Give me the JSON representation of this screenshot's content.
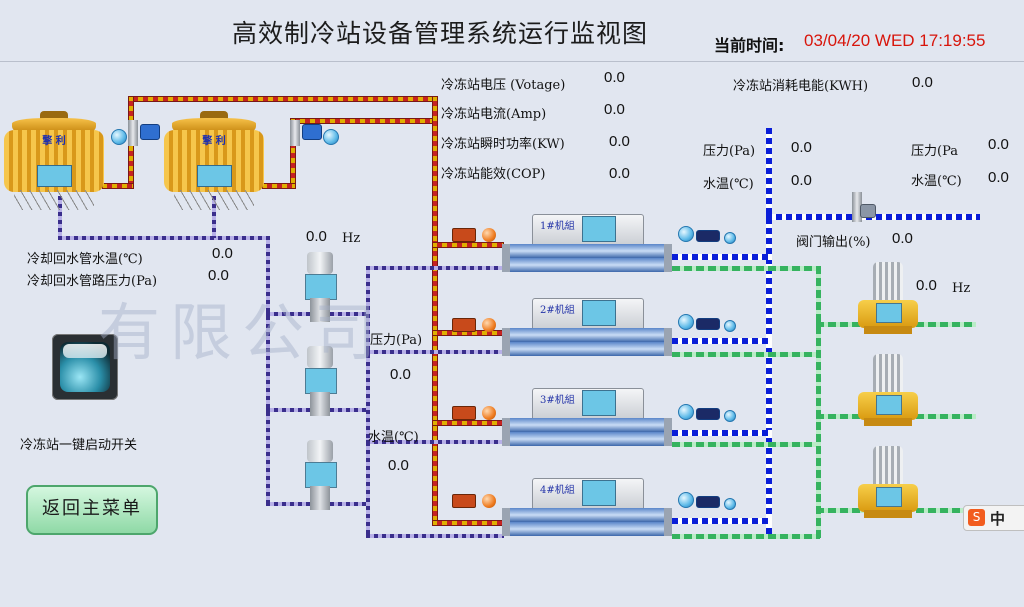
{
  "header": {
    "title": "高效制冷站设备管理系统运行监视图",
    "clock_label": "当前时间:",
    "clock_value": "03/04/20 WED 17:19:55"
  },
  "station": {
    "voltage_label": "冷冻站电压 (Votage)",
    "voltage_value": "0.0",
    "current_label": "冷冻站电流(Amp)",
    "current_value": "0.0",
    "power_label": "冷冻站瞬时功率(KW)",
    "power_value": "0.0",
    "cop_label": "冷冻站能效(COP)",
    "cop_value": "0.0",
    "energy_label": "冷冻站消耗电能(KWH)",
    "energy_value": "0.0"
  },
  "cooling_tower": {
    "brand": "擎 利",
    "return_temp_label": "冷却回水管水温(℃)",
    "return_temp_value": "0.0",
    "return_pressure_label": "冷却回水管路压力(Pa)",
    "return_pressure_value": "0.0"
  },
  "cooling_pumps": {
    "freq_value": "0.0",
    "freq_unit": "Hz"
  },
  "mid_sensors": {
    "pressure_label": "压力(Pa)",
    "pressure_value": "0.0",
    "temp_label": "水温(℃)",
    "temp_value": "0.0"
  },
  "chilled_supply": {
    "pressure_label": "压力(Pa)",
    "pressure_value": "0.0",
    "temp_label": "水温(℃)",
    "temp_value": "0.0"
  },
  "chilled_return": {
    "pressure_label": "压力(Pa",
    "pressure_value": "0.0",
    "temp_label": "水温(℃)",
    "temp_value": "0.0"
  },
  "valve": {
    "label": "阀门输出(%)",
    "value": "0.0"
  },
  "chilled_pumps": {
    "freq_value": "0.0",
    "freq_unit": "Hz"
  },
  "chillers": [
    {
      "name": "1#机組"
    },
    {
      "name": "2#机組"
    },
    {
      "name": "3#机組"
    },
    {
      "name": "4#机組"
    }
  ],
  "controls": {
    "one_key_label": "冷冻站一键启动开关",
    "back_button": "返回主菜单"
  },
  "watermark": "有限公司",
  "ime": {
    "label": "中"
  },
  "colors": {
    "title_time": "#d8150b",
    "hot_pipe": "#c62222",
    "chilled_pipe": "#0a1ed8",
    "secondary_pipe": "#35b35f",
    "cooling_pipe": "#3a2e8c"
  }
}
